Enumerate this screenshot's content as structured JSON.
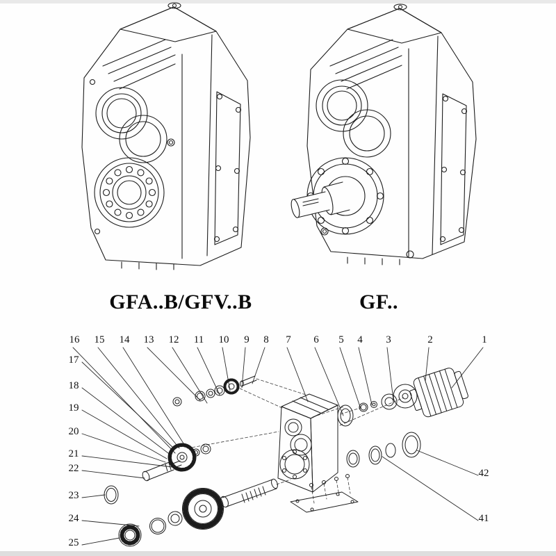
{
  "page": {
    "background": "#ffffff",
    "line_color": "#1c1c1c"
  },
  "products": [
    {
      "id": "gfa-b-gfv-b",
      "label": "GFA..B/GFV..B"
    },
    {
      "id": "gf",
      "label": "GF.."
    }
  ],
  "exploded_view": {
    "callouts_top": [
      "16",
      "15",
      "14",
      "13",
      "12",
      "11",
      "10",
      "9",
      "8",
      "7",
      "6",
      "5",
      "4",
      "3",
      "2",
      "1"
    ],
    "callouts_left": [
      "17",
      "18",
      "19",
      "20",
      "21",
      "22",
      "23",
      "24",
      "25"
    ],
    "callouts_right": [
      "42",
      "41"
    ]
  }
}
